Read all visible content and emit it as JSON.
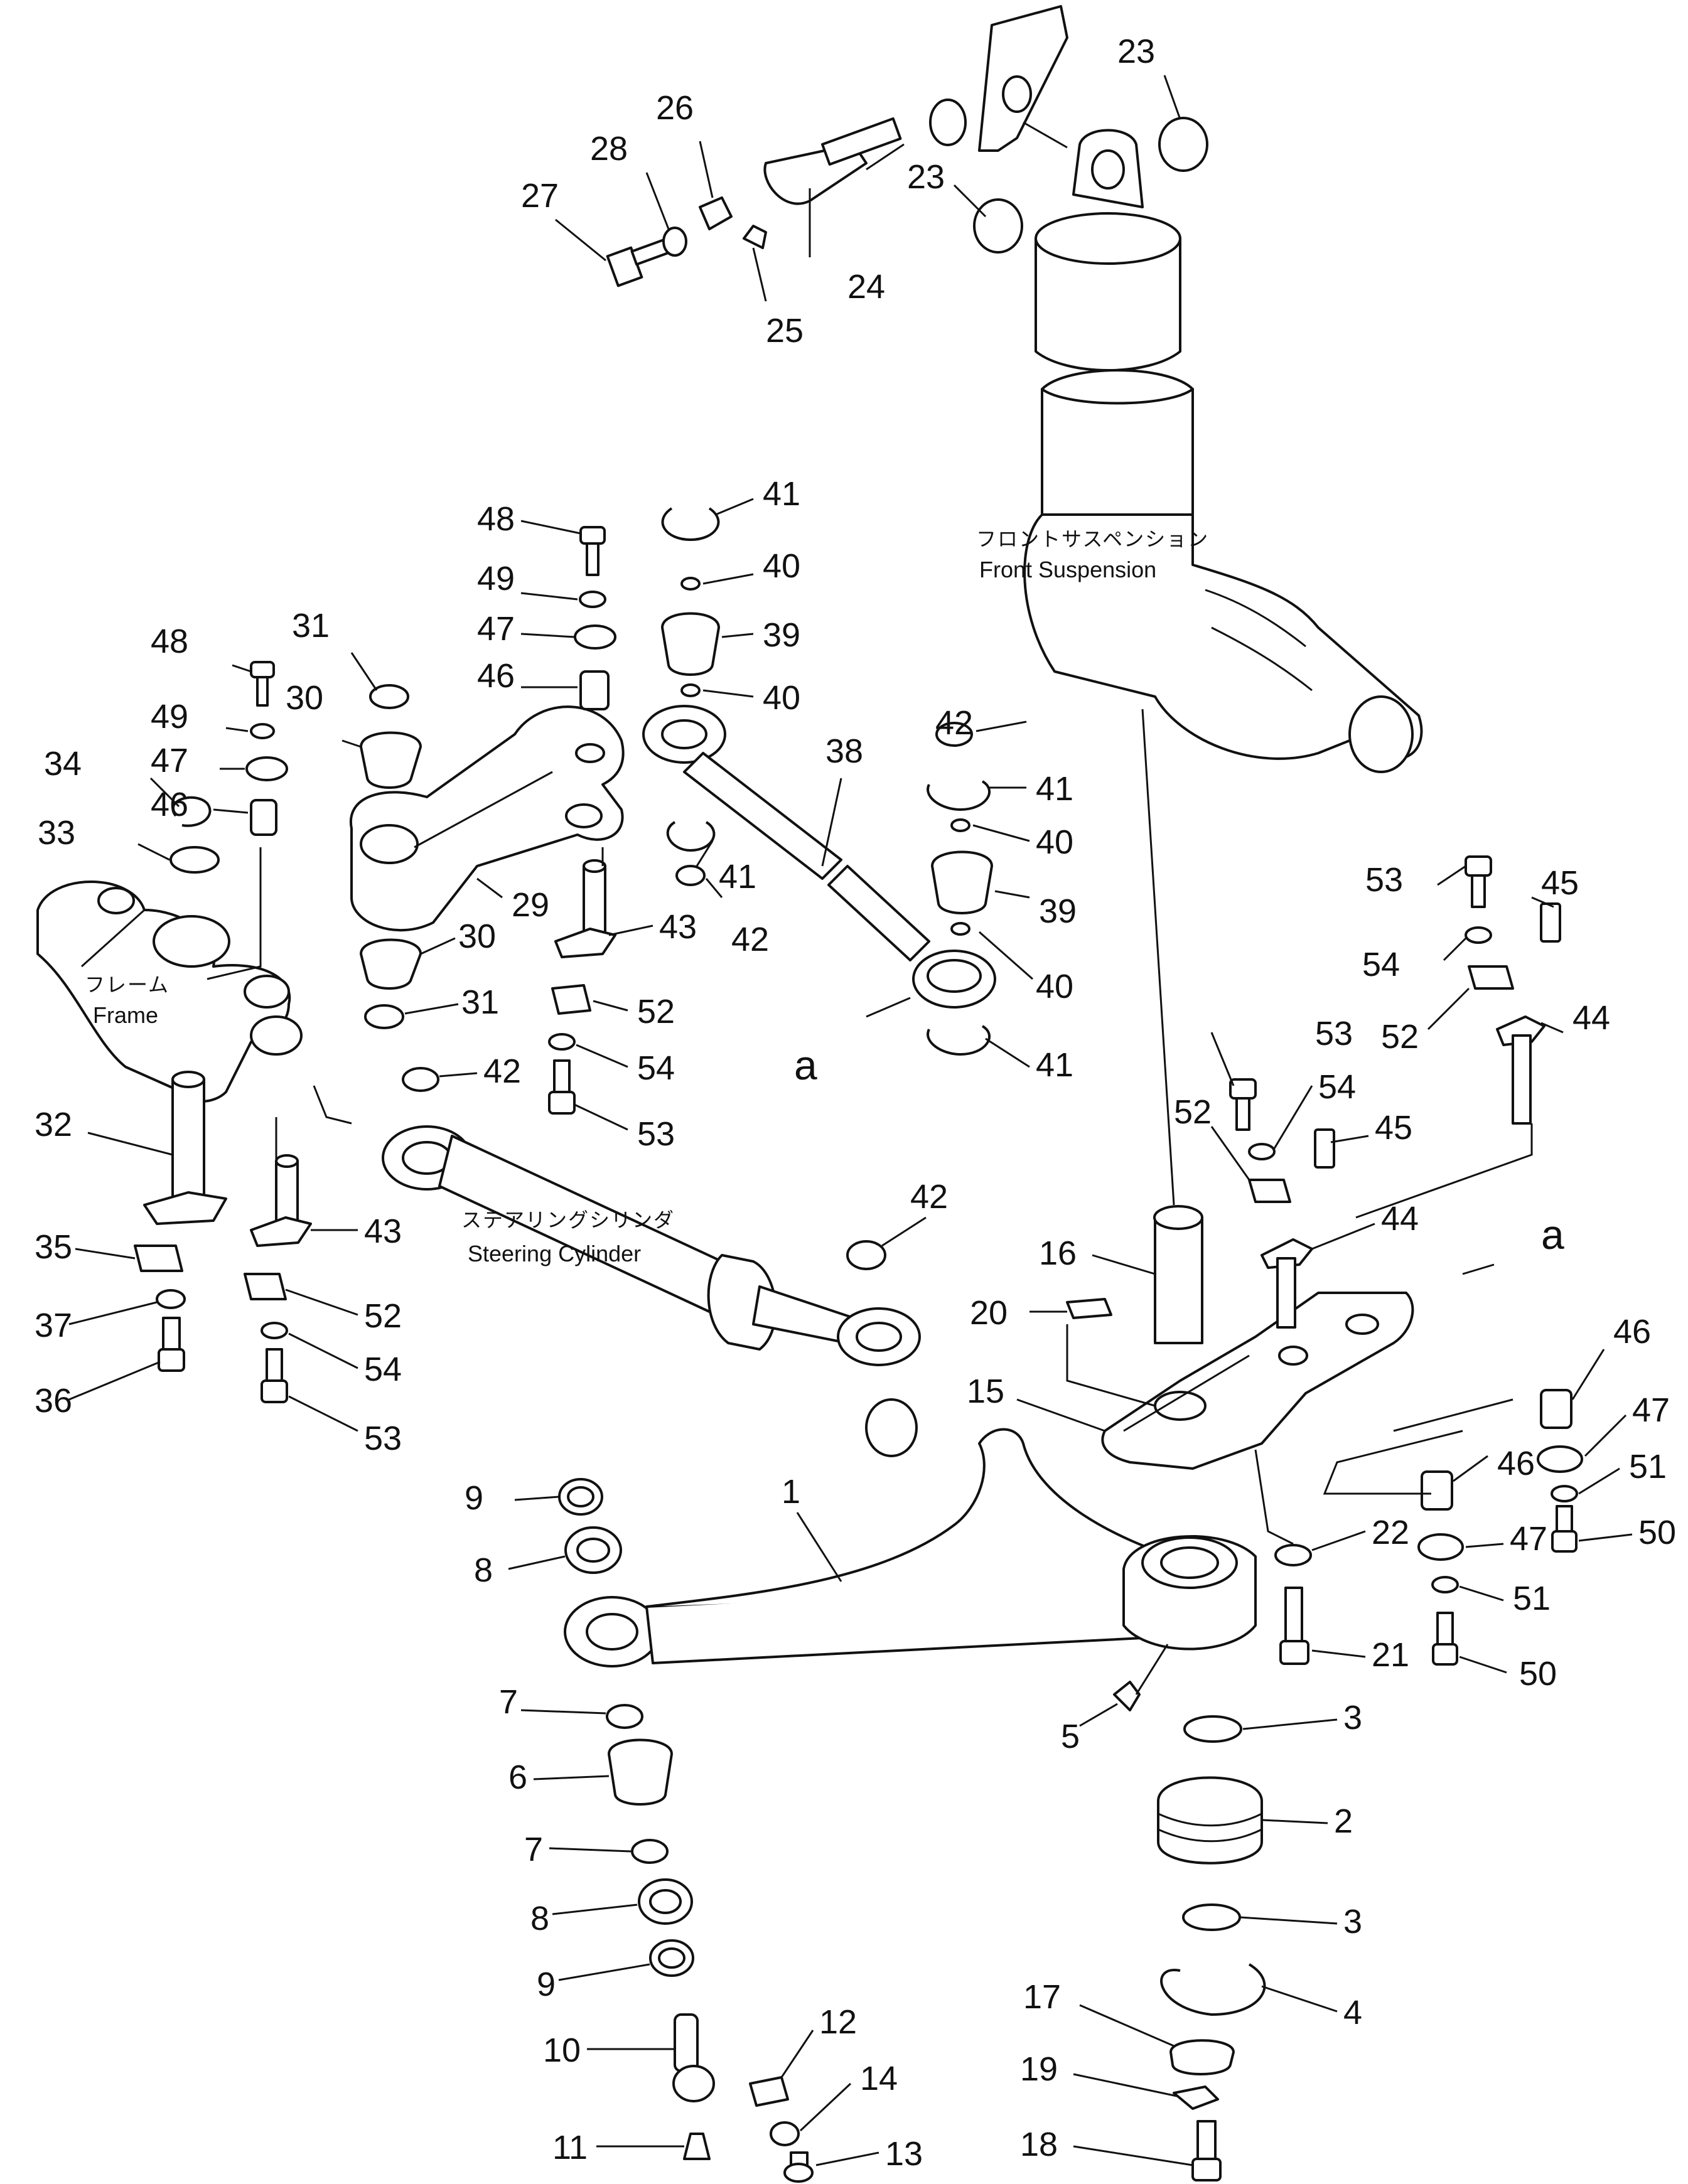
{
  "labels": {
    "front_suspension_jp": "フロントサスペンション",
    "front_suspension_en": "Front Suspension",
    "frame_jp": "フレーム",
    "frame_en": "Frame",
    "steering_cylinder_jp": "ステアリングシリンダ",
    "steering_cylinder_en": "Steering Cylinder",
    "ref_a": "a"
  },
  "callouts": [
    {
      "id": "c23a",
      "text": "23"
    },
    {
      "id": "c23b",
      "text": "23"
    },
    {
      "id": "c26",
      "text": "26"
    },
    {
      "id": "c28",
      "text": "28"
    },
    {
      "id": "c27",
      "text": "27"
    },
    {
      "id": "c24",
      "text": "24"
    },
    {
      "id": "c25",
      "text": "25"
    },
    {
      "id": "c48a",
      "text": "48"
    },
    {
      "id": "c49a",
      "text": "49"
    },
    {
      "id": "c47a",
      "text": "47"
    },
    {
      "id": "c46a",
      "text": "46"
    },
    {
      "id": "c41a",
      "text": "41"
    },
    {
      "id": "c40a",
      "text": "40"
    },
    {
      "id": "c39a",
      "text": "39"
    },
    {
      "id": "c40b",
      "text": "40"
    },
    {
      "id": "c48b",
      "text": "48"
    },
    {
      "id": "c49b",
      "text": "49"
    },
    {
      "id": "c47b",
      "text": "47"
    },
    {
      "id": "c46b",
      "text": "46"
    },
    {
      "id": "c34",
      "text": "34"
    },
    {
      "id": "c33",
      "text": "33"
    },
    {
      "id": "c31a",
      "text": "31"
    },
    {
      "id": "c30a",
      "text": "30"
    },
    {
      "id": "c29",
      "text": "29"
    },
    {
      "id": "c30b",
      "text": "30"
    },
    {
      "id": "c31b",
      "text": "31"
    },
    {
      "id": "c38",
      "text": "38"
    },
    {
      "id": "c42a",
      "text": "42"
    },
    {
      "id": "c41b",
      "text": "41"
    },
    {
      "id": "c40c",
      "text": "40"
    },
    {
      "id": "c39b",
      "text": "39"
    },
    {
      "id": "c41c",
      "text": "41"
    },
    {
      "id": "c42b",
      "text": "42"
    },
    {
      "id": "c40d",
      "text": "40"
    },
    {
      "id": "c41d",
      "text": "41"
    },
    {
      "id": "c43a",
      "text": "43"
    },
    {
      "id": "c52a",
      "text": "52"
    },
    {
      "id": "c54a",
      "text": "54"
    },
    {
      "id": "c42c",
      "text": "42"
    },
    {
      "id": "c53a",
      "text": "53"
    },
    {
      "id": "c53b",
      "text": "53"
    },
    {
      "id": "c45a",
      "text": "45"
    },
    {
      "id": "c54b",
      "text": "54"
    },
    {
      "id": "c52b",
      "text": "52"
    },
    {
      "id": "c44a",
      "text": "44"
    },
    {
      "id": "c53c",
      "text": "53"
    },
    {
      "id": "c54c",
      "text": "54"
    },
    {
      "id": "c52c",
      "text": "52"
    },
    {
      "id": "c45b",
      "text": "45"
    },
    {
      "id": "c44b",
      "text": "44"
    },
    {
      "id": "c32",
      "text": "32"
    },
    {
      "id": "c35",
      "text": "35"
    },
    {
      "id": "c37",
      "text": "37"
    },
    {
      "id": "c36",
      "text": "36"
    },
    {
      "id": "c43b",
      "text": "43"
    },
    {
      "id": "c52d",
      "text": "52"
    },
    {
      "id": "c54d",
      "text": "54"
    },
    {
      "id": "c53d",
      "text": "53"
    },
    {
      "id": "c42d",
      "text": "42"
    },
    {
      "id": "c16",
      "text": "16"
    },
    {
      "id": "c20",
      "text": "20"
    },
    {
      "id": "c15",
      "text": "15"
    },
    {
      "id": "c46c",
      "text": "46"
    },
    {
      "id": "c47c",
      "text": "47"
    },
    {
      "id": "c51a",
      "text": "51"
    },
    {
      "id": "c50a",
      "text": "50"
    },
    {
      "id": "c46d",
      "text": "46"
    },
    {
      "id": "c47d",
      "text": "47"
    },
    {
      "id": "c51b",
      "text": "51"
    },
    {
      "id": "c50b",
      "text": "50"
    },
    {
      "id": "c22",
      "text": "22"
    },
    {
      "id": "c21",
      "text": "21"
    },
    {
      "id": "c1",
      "text": "1"
    },
    {
      "id": "c9a",
      "text": "9"
    },
    {
      "id": "c8a",
      "text": "8"
    },
    {
      "id": "c7a",
      "text": "7"
    },
    {
      "id": "c6",
      "text": "6"
    },
    {
      "id": "c7b",
      "text": "7"
    },
    {
      "id": "c8b",
      "text": "8"
    },
    {
      "id": "c9b",
      "text": "9"
    },
    {
      "id": "c10",
      "text": "10"
    },
    {
      "id": "c11",
      "text": "11"
    },
    {
      "id": "c12",
      "text": "12"
    },
    {
      "id": "c14",
      "text": "14"
    },
    {
      "id": "c13",
      "text": "13"
    },
    {
      "id": "c5",
      "text": "5"
    },
    {
      "id": "c3a",
      "text": "3"
    },
    {
      "id": "c2",
      "text": "2"
    },
    {
      "id": "c3b",
      "text": "3"
    },
    {
      "id": "c4",
      "text": "4"
    },
    {
      "id": "c17",
      "text": "17"
    },
    {
      "id": "c19",
      "text": "19"
    },
    {
      "id": "c18",
      "text": "18"
    }
  ]
}
